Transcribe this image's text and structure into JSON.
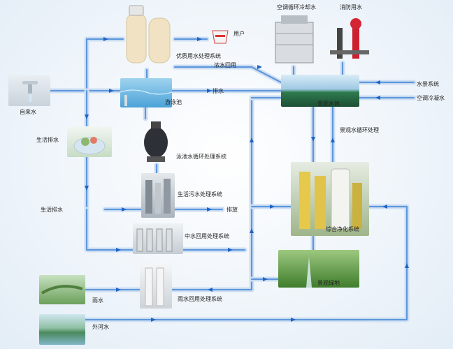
{
  "labels": {
    "tap_water": "自来水",
    "domestic_drain": "生活排水",
    "domestic_drain2": "生活排水",
    "premium_water": "优质用水处理系统",
    "user": "用户",
    "pool": "游泳池",
    "pool_circ": "泳池水循环处理系统",
    "sewage": "生活污水处理系统",
    "reclaimed": "中水回用处理系统",
    "rain": "雨水",
    "rain_reuse": "雨水回用处理系统",
    "river": "外河水",
    "drain1": "排水",
    "drain2": "排放",
    "concentrate": "浓水回用",
    "ac_cooling": "空调循环冷却水",
    "fire": "消防用水",
    "landscape_water": "景观水体",
    "landscape_circ": "景观水循环处理",
    "water_system": "水景系统",
    "ac_condensate": "空调冷凝水",
    "purify": "综合净化系统",
    "greenland": "景观绿地"
  },
  "colors": {
    "pipe_outer": "#cfe0f3",
    "pipe_inner": "#3a7fd4",
    "arrow": "#1f63c4"
  }
}
